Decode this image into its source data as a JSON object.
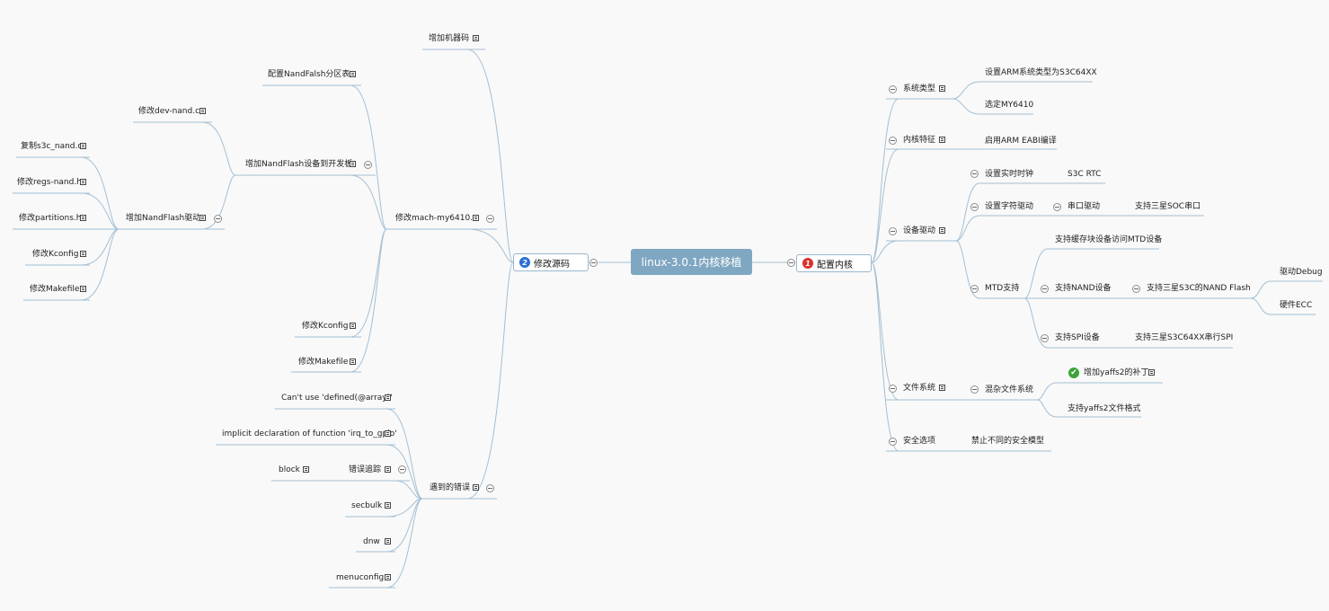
{
  "central": {
    "label": "linux-3.0.1内核移植"
  },
  "left_main": {
    "label": "修改源码",
    "badge": "2"
  },
  "right_main": {
    "label": "配置内核",
    "badge": "1"
  },
  "left": {
    "add_machine_code": "增加机器码",
    "nand_partition": "配置NandFalsh分区表",
    "dev_nand": "修改dev-nand.c",
    "add_nand_board": "增加NandFlash设备到开发板",
    "copy_s3c": "复制s3c_nand.c",
    "regs_nand": "修改regs-nand.h",
    "partitions": "修改partitions.h",
    "kconfig_sub": "修改Kconfig",
    "makefile_sub": "修改Makefile",
    "add_nand_driver": "增加NandFlash驱动",
    "mach": "修改mach-my6410.c",
    "kconfig": "修改Kconfig",
    "makefile": "修改Makefile",
    "err_defined": "Can't use 'defined(@array)'",
    "err_implicit": "implicit declaration of function 'irq_to_gpio'",
    "err_trace": "错误追踪",
    "block": "block",
    "secbulk": "secbulk",
    "dnw": "dnw",
    "menuconfig": "menuconfig",
    "errors": "遇到的错误"
  },
  "right": {
    "sys_type": "系统类型",
    "arm_type": "设置ARM系统类型为S3C64XX",
    "my6410": "选定MY6410",
    "kernel_feat": "内核特征",
    "eabi": "启用ARM EABI编译",
    "drivers": "设备驱动",
    "rtc": "设置实时时钟",
    "s3c_rtc": "S3C RTC",
    "char_drv": "设置字符驱动",
    "serial": "串口驱动",
    "soc_serial": "支持三星SOC串口",
    "mtd": "MTD支持",
    "mtd_cache": "支持缓存块设备访问MTD设备",
    "nand_dev": "支持NAND设备",
    "s3c_nand": "支持三星S3C的NAND Flash",
    "drv_debug": "驱动Debug",
    "hw_ecc": "硬件ECC",
    "spi_dev": "支持SPI设备",
    "s3c_spi": "支持三星S3C64XX串行SPI",
    "fs": "文件系统",
    "misc_fs": "混杂文件系统",
    "yaffs_patch": "增加yaffs2的补丁",
    "yaffs_fmt": "支持yaffs2文件格式",
    "security": "安全选项",
    "sec_model": "禁止不同的安全模型"
  },
  "colors": {
    "line": "#9fbcd2",
    "central": "#7fa7c2",
    "accent": "#2b6fd6",
    "badge_red": "#d9312b",
    "check": "#3ba33b"
  }
}
